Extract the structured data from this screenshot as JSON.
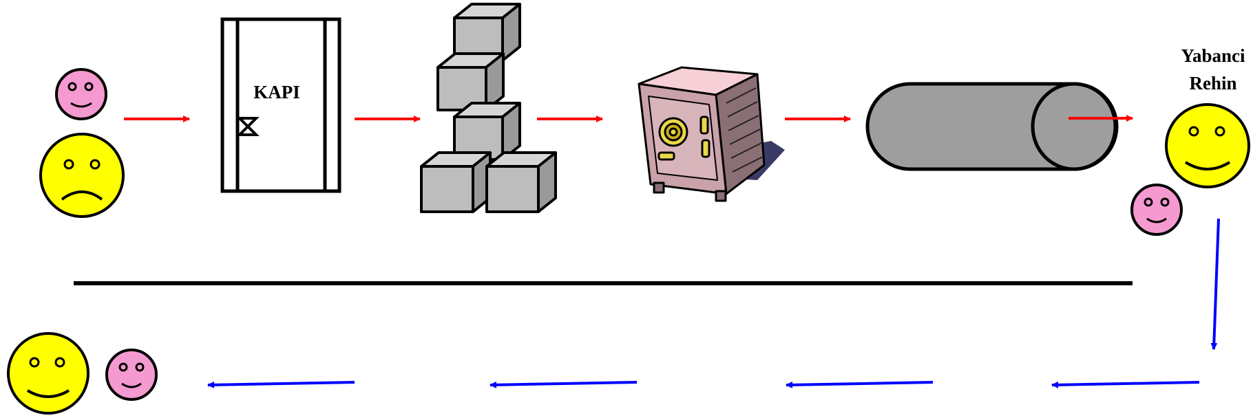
{
  "labels": {
    "door": "KAPI",
    "agent_line1": "Yabanci",
    "agent_line2": "Rehin"
  },
  "colors": {
    "smiley_yellow": "#ffff00",
    "smiley_pink": "#f59ad0",
    "forward_arrow": "#ff0000",
    "return_arrow": "#0000ff",
    "block_gray": "#bdbdbd",
    "cylinder_gray": "#9e9e9e",
    "outline": "#000000"
  },
  "icons": [
    "sad-face-icon",
    "smiley-face-icon",
    "door-icon",
    "stacked-blocks-icon",
    "safe-icon",
    "cylinder-icon",
    "arrow-icon"
  ]
}
